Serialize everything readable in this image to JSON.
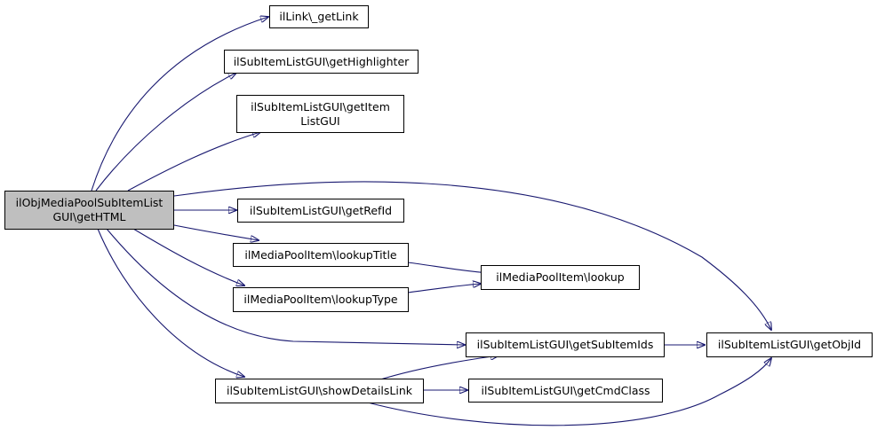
{
  "diagram": {
    "title": "",
    "colors": {
      "edge": "#191970",
      "root_fill": "#bfbfbf",
      "node_fill": "#ffffff",
      "border": "#000000"
    },
    "nodes": {
      "root": "ilObjMediaPoolSubItemList\nGUI\\getHTML",
      "getLink": "ilLink\\_getLink",
      "getHighlighter": "ilSubItemListGUI\\getHighlighter",
      "getItemListGUI": "ilSubItemListGUI\\getItem\nListGUI",
      "getRefId": "ilSubItemListGUI\\getRefId",
      "lookupTitle": "ilMediaPoolItem\\lookupTitle",
      "lookupType": "ilMediaPoolItem\\lookupType",
      "lookup": "ilMediaPoolItem\\lookup",
      "getSubItemIds": "ilSubItemListGUI\\getSubItemIds",
      "getObjId": "ilSubItemListGUI\\getObjId",
      "showDetailsLink": "ilSubItemListGUI\\showDetailsLink",
      "getCmdClass": "ilSubItemListGUI\\getCmdClass"
    },
    "edges": [
      [
        "root",
        "getLink"
      ],
      [
        "root",
        "getHighlighter"
      ],
      [
        "root",
        "getItemListGUI"
      ],
      [
        "root",
        "getObjId"
      ],
      [
        "root",
        "getRefId"
      ],
      [
        "root",
        "lookupTitle"
      ],
      [
        "root",
        "lookupType"
      ],
      [
        "root",
        "getSubItemIds"
      ],
      [
        "root",
        "showDetailsLink"
      ],
      [
        "lookupTitle",
        "lookup"
      ],
      [
        "lookupType",
        "lookup"
      ],
      [
        "getSubItemIds",
        "getObjId"
      ],
      [
        "showDetailsLink",
        "getSubItemIds"
      ],
      [
        "showDetailsLink",
        "getCmdClass"
      ],
      [
        "showDetailsLink",
        "getObjId"
      ]
    ]
  }
}
